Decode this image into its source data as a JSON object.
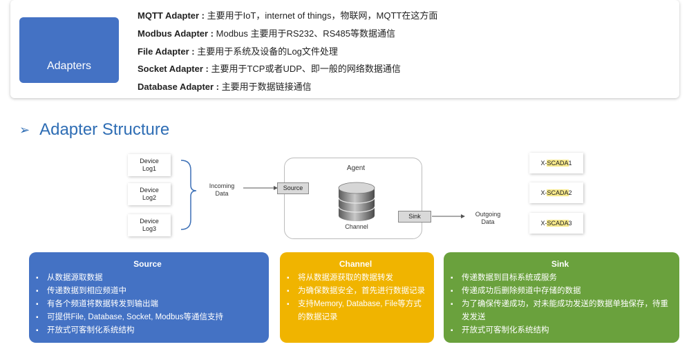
{
  "top": {
    "adapters_label": "Adapters",
    "adapters": [
      {
        "name": "MQTT Adapter :",
        "desc": "主要用于IoT，internet of things，物联网，MQTT在这方面"
      },
      {
        "name": "Modbus Adapter :",
        "desc": "Modbus 主要用于RS232、RS485等数据通信"
      },
      {
        "name": "File Adapter :",
        "desc": "主要用于系统及设备的Log文件处理"
      },
      {
        "name": "Socket Adapter :",
        "desc": "主要用于TCP或者UDP、即一般的网络数据通信"
      },
      {
        "name": "Database Adapter :",
        "desc": "主要用于数据链接通信"
      }
    ]
  },
  "section": {
    "arrow": "➢",
    "title": "Adapter Structure"
  },
  "diagram": {
    "devices": [
      {
        "line1": "Device",
        "line2": "Log1"
      },
      {
        "line1": "Device",
        "line2": "Log2"
      },
      {
        "line1": "Device",
        "line2": "Log3"
      }
    ],
    "incoming_line1": "Incoming",
    "incoming_line2": "Data",
    "agent_label": "Agent",
    "source_label": "Source",
    "channel_label": "Channel",
    "sink_label": "Sink",
    "outgoing_line1": "Outgoing",
    "outgoing_line2": "Data",
    "scada": [
      {
        "prefix": "X-",
        "hl": "SCADA",
        "num": "1"
      },
      {
        "prefix": "X-",
        "hl": "SCADA",
        "num": "2"
      },
      {
        "prefix": "X-",
        "hl": "SCADA",
        "num": "3"
      }
    ]
  },
  "panels": {
    "source": {
      "title": "Source",
      "items": [
        "从数据源取数据",
        "传递数据到相应频道中",
        "有各个频道将数据转发到输出端",
        "可提供File, Database, Socket, Modbus等通信支持",
        "开放式可客制化系统结构"
      ]
    },
    "channel": {
      "title": "Channel",
      "items": [
        "将从数据源获取的数据转发",
        "为确保数据安全，首先进行数据记录",
        "支持Memory, Database, File等方式的数据记录"
      ]
    },
    "sink": {
      "title": "Sink",
      "items": [
        "传递数据到目标系统或服务",
        "传递成功后删除频道中存储的数据",
        "为了确保传递成功，对未能成功发送的数据单独保存，待重发发送",
        "开放式可客制化系统结构"
      ]
    }
  }
}
